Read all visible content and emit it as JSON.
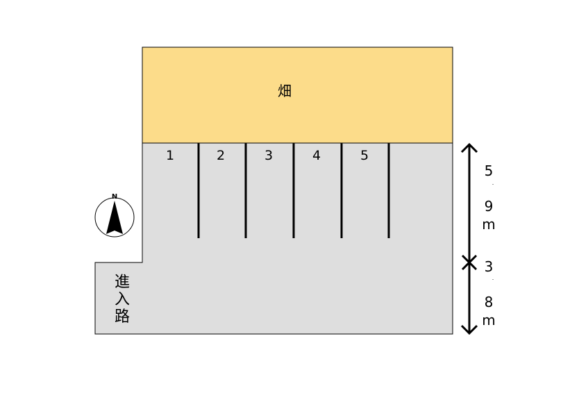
{
  "field": {
    "label": "畑",
    "color": "#FCDC8A"
  },
  "lot": {
    "color": "#DEDEDE"
  },
  "spaces": [
    "1",
    "2",
    "3",
    "4",
    "5"
  ],
  "entrance": {
    "chars": [
      "進",
      "入",
      "路"
    ]
  },
  "compass": {
    "label": "N"
  },
  "dimensions": {
    "upper": [
      "5",
      ".",
      "9",
      "m"
    ],
    "lower": [
      "3",
      ".",
      "8",
      "m"
    ]
  }
}
